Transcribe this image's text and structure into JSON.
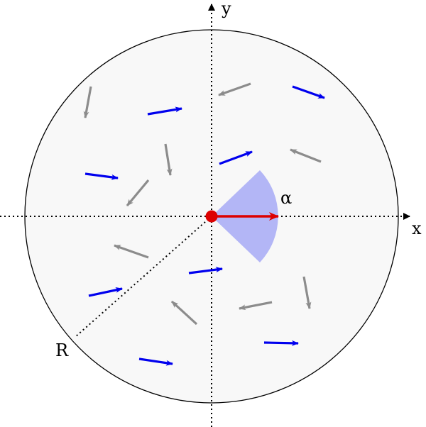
{
  "labels": {
    "y_axis": "y",
    "x_axis": "x",
    "angle": "α",
    "radius": "R"
  },
  "colors": {
    "background": "#ffffff",
    "disk_fill": "#f8f8f8",
    "disk_stroke": "#000000",
    "axis": "#000000",
    "aligned_arrow": "#0000ee",
    "random_arrow": "#8c8c8c",
    "focal_arrow": "#dd0000",
    "focal_dot": "#dd0000",
    "cone_fill": "#b3b6f6"
  },
  "arrows": {
    "aligned": [
      {
        "name": "blue-arrow-1"
      },
      {
        "name": "blue-arrow-2"
      },
      {
        "name": "blue-arrow-3"
      },
      {
        "name": "blue-arrow-4"
      },
      {
        "name": "blue-arrow-5"
      },
      {
        "name": "blue-arrow-6"
      },
      {
        "name": "blue-arrow-7"
      },
      {
        "name": "blue-arrow-8"
      }
    ],
    "random": [
      {
        "name": "gray-arrow-1"
      },
      {
        "name": "gray-arrow-2"
      },
      {
        "name": "gray-arrow-3"
      },
      {
        "name": "gray-arrow-4"
      },
      {
        "name": "gray-arrow-5"
      },
      {
        "name": "gray-arrow-6"
      },
      {
        "name": "gray-arrow-7"
      },
      {
        "name": "gray-arrow-8"
      },
      {
        "name": "gray-arrow-9"
      }
    ]
  }
}
